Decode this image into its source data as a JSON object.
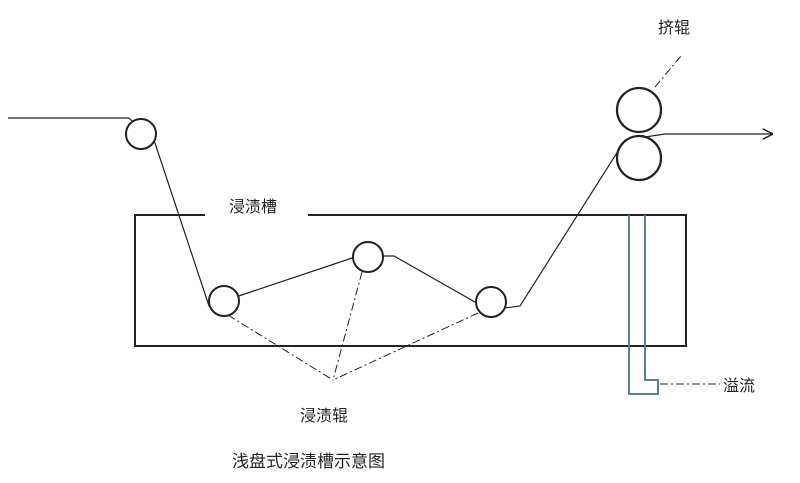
{
  "labels": {
    "squeeze_roller": "挤辊",
    "tank": "浸渍槽",
    "dip_rollers": "浸渍辊",
    "overflow": "溢流",
    "caption": "浅盘式浸渍槽示意图"
  },
  "colors": {
    "line": "#222222",
    "overflow_pipe": "#5a7f96",
    "background": "#ffffff"
  }
}
